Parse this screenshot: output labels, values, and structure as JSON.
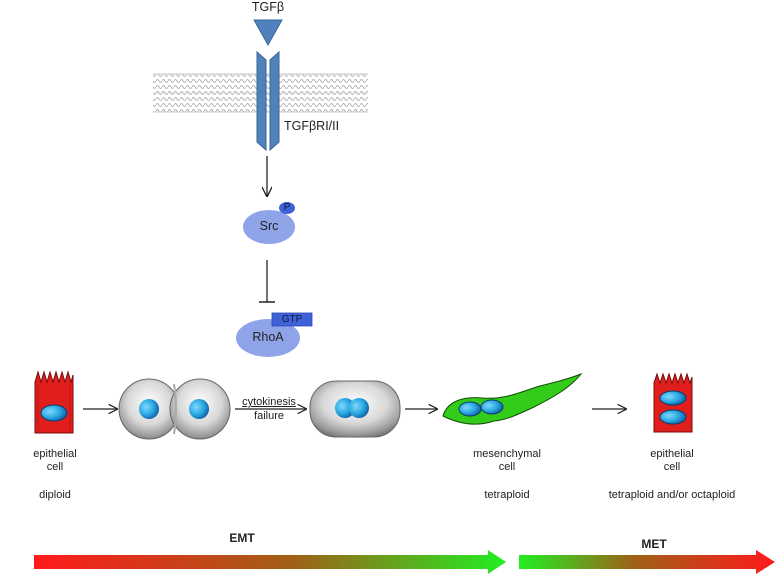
{
  "pathway": {
    "ligand": "TGFβ",
    "receptor": "TGFβRI/II",
    "kinase": "Src",
    "kinase_mod": "P",
    "gtpase": "RhoA",
    "gtpase_mod": "GTP"
  },
  "cells": {
    "cytokinesis_line1": "cytokinesis",
    "cytokinesis_line2": "failure",
    "epithelial_left_line1": "epithelial",
    "epithelial_left_line2": "cell",
    "epithelial_left_ploidy": "diploid",
    "mesenchymal_line1": "mesenchymal",
    "mesenchymal_line2": "cell",
    "mesenchymal_ploidy": "tetraploid",
    "epithelial_right_line1": "epithelial",
    "epithelial_right_line2": "cell",
    "epithelial_right_ploidy": "tetraploid  and/or octaploid"
  },
  "transitions": {
    "emt": "EMT",
    "met": "MET"
  },
  "colors": {
    "receptor": "#4f81bd",
    "src_blob": "#8fa3e8",
    "mod_badge": "#3f62d6",
    "epithelial": "#e01e1e",
    "mesenchymal": "#33cc1a",
    "nucleus": "#29a8e0",
    "arrow_red": "#ff1a1a",
    "arrow_green": "#22ee22"
  }
}
